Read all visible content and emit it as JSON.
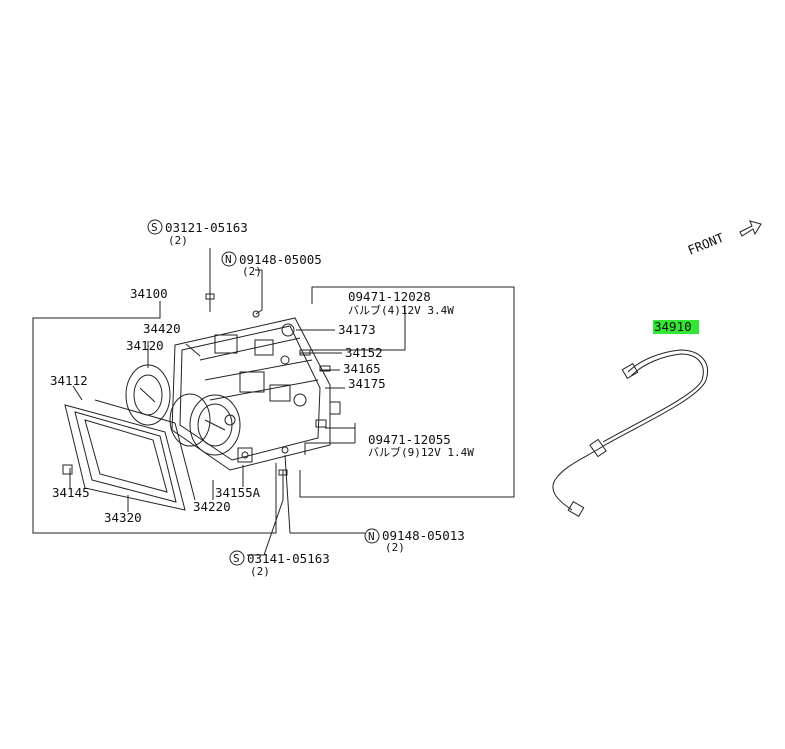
{
  "diagram": {
    "direction_label": "FRONT",
    "highlight_color": "#33e633",
    "labels": {
      "p03121": "03121-05163",
      "p03121_qty": "(2)",
      "p09148a": "09148-05005",
      "p09148a_qty": "(2)",
      "p34100": "34100",
      "p09471a": "09471-12028",
      "p09471a_desc": "バルブ(4)12V 3.4W",
      "p34420": "34420",
      "p34173": "34173",
      "p34120": "34120",
      "p34152": "34152",
      "p34165": "34165",
      "p34112": "34112",
      "p34175": "34175",
      "p09471b": "09471-12055",
      "p09471b_desc": "バルブ(9)12V 1.4W",
      "p34145": "34145",
      "p34155A": "34155A",
      "p34320": "34320",
      "p34220": "34220",
      "p09148b": "09148-05013",
      "p09148b_qty": "(2)",
      "p03141": "03141-05163",
      "p03141_qty": "(2)",
      "p34910": "34910",
      "prefix_s": "S",
      "prefix_n": "N"
    }
  }
}
